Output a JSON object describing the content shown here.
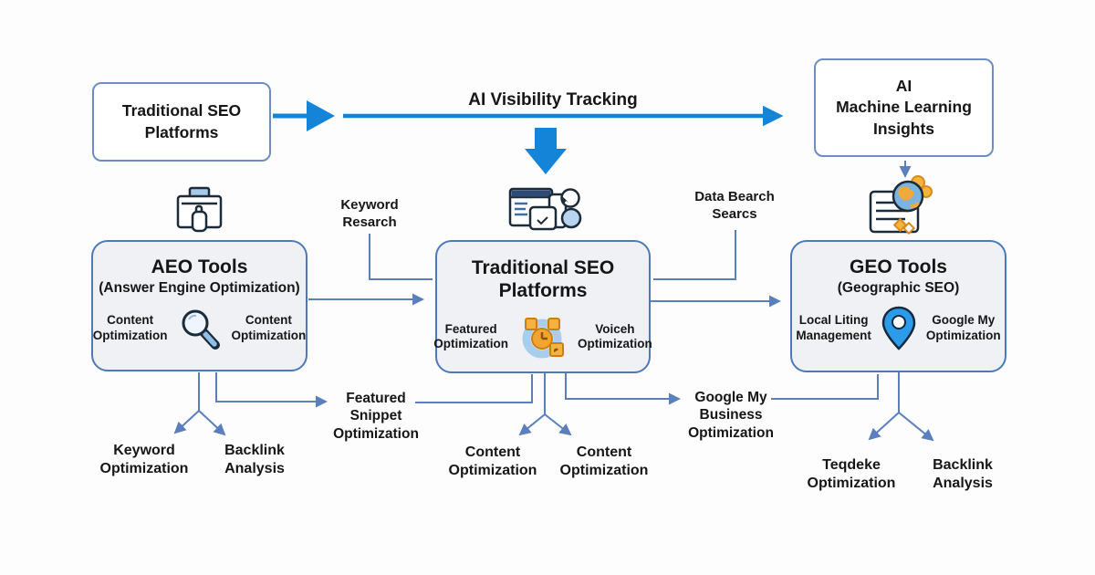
{
  "colors": {
    "bright_arrow": "#1484d8",
    "connector": "#5a7fbc",
    "tool_box_border": "#4d79b8",
    "tool_box_fill": "#f0f1f4",
    "top_box_border": "#6d8dc4",
    "text": "#161616",
    "icon_orange": "#f5b33d",
    "icon_blue": "#7db3e0",
    "pin_blue": "#2b9bea"
  },
  "top_row": {
    "left_box": {
      "title": "Traditional SEO\nPlatforms"
    },
    "flow_label": "AI Visibility Tracking",
    "right_box": {
      "title": "AI\nMachine Learning\nInsights"
    }
  },
  "floating_labels": {
    "keyword_research": "Keyword\nResarch",
    "data_search": "Data Bearch\nSearcs",
    "featured_snippet": "Featured\nSnippet\nOptimization",
    "google_my_business": "Google My\nBusiness\nOptimization"
  },
  "tool_boxes": {
    "aeo": {
      "title": "AEO Tools",
      "subtitle": "(Answer Engine Optimization)",
      "left_feature": "Content\nOptimization",
      "right_feature": "Content\nOptimization",
      "icon": "magnifier-icon",
      "top_icon": "briefcase-hand-icon"
    },
    "traditional": {
      "title": "Traditional SEO\nPlatforms",
      "left_feature": "Featured\nOptimization",
      "right_feature": "Voiceh\nOptimization",
      "icon": "clock-gear-icon",
      "top_icon": "browser-search-icon"
    },
    "geo": {
      "title": "GEO Tools",
      "subtitle": "(Geographic SEO)",
      "left_feature": "Local Liting\nManagement",
      "right_feature": "Google My\nOptimization",
      "icon": "map-pin-icon",
      "top_icon": "document-globe-icon"
    }
  },
  "bottom_labels": {
    "aeo_left": "Keyword\nOptimization",
    "aeo_right": "Backlink\nAnalysis",
    "trad_left": "Content\nOptimization",
    "trad_right": "Content\nOptimization",
    "geo_left": "Teqdeke\nOptimization",
    "geo_right": "Backlink\nAnalysis"
  }
}
